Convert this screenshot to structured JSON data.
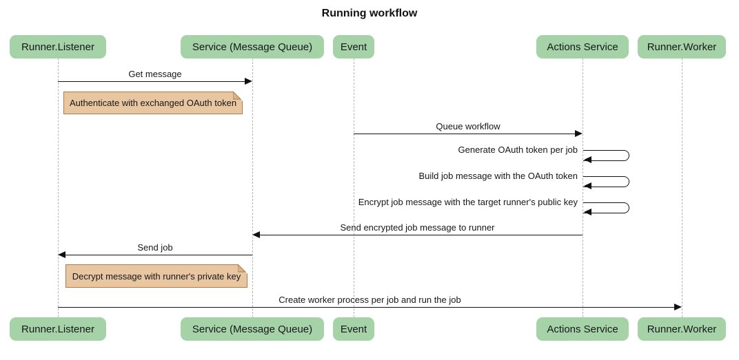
{
  "diagram": {
    "type": "sequence",
    "title": "Running workflow"
  },
  "actors": [
    {
      "label": "Runner.Listener"
    },
    {
      "label": "Service (Message Queue)"
    },
    {
      "label": "Event"
    },
    {
      "label": "Actions Service"
    },
    {
      "label": "Runner.Worker"
    }
  ],
  "messages": {
    "get_message": {
      "text": "Get message",
      "from": "Runner.Listener",
      "to": "Service (Message Queue)"
    },
    "queue_workflow": {
      "text": "Queue workflow",
      "from": "Event",
      "to": "Actions Service"
    },
    "generate_token": {
      "text": "Generate OAuth token per job",
      "from": "Actions Service",
      "to": "Actions Service"
    },
    "build_job": {
      "text": "Build job message with the OAuth token",
      "from": "Actions Service",
      "to": "Actions Service"
    },
    "encrypt_job": {
      "text": "Encrypt job message with the target runner's public key",
      "from": "Actions Service",
      "to": "Actions Service"
    },
    "send_encrypted": {
      "text": "Send encrypted job message to runner",
      "from": "Actions Service",
      "to": "Service (Message Queue)"
    },
    "send_job": {
      "text": "Send job",
      "from": "Service (Message Queue)",
      "to": "Runner.Listener"
    },
    "create_worker": {
      "text": "Create worker process per job and run the job",
      "from": "Runner.Listener",
      "to": "Runner.Worker"
    }
  },
  "notes": {
    "authenticate": {
      "text": "Authenticate with exchanged OAuth token",
      "over": "Runner.Listener"
    },
    "decrypt": {
      "text": "Decrypt message with runner's private key",
      "over": "Runner.Listener"
    }
  },
  "colors": {
    "actor_fill": "#a6d2a8",
    "note_fill": "#e8c6a2",
    "note_border": "#a97c45",
    "lifeline": "#b3b3b3",
    "arrow": "#111111",
    "background": "#ffffff"
  }
}
